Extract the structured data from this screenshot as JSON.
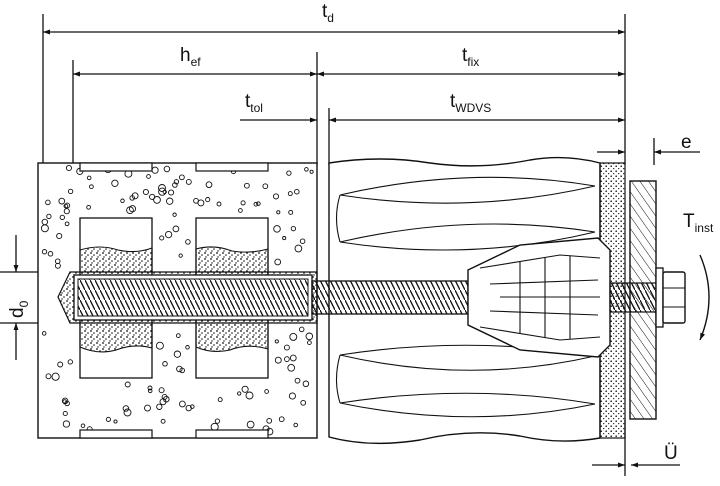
{
  "labels": {
    "td": {
      "main": "t",
      "sub": "d"
    },
    "hef": {
      "main": "h",
      "sub": "ef"
    },
    "tfix": {
      "main": "t",
      "sub": "fix"
    },
    "ttol": {
      "main": "t",
      "sub": "tol"
    },
    "twdvs": {
      "main": "t",
      "sub": "WDVS"
    },
    "e": {
      "main": "e"
    },
    "tinst": {
      "main": "T",
      "sub": "inst"
    },
    "d0": {
      "main": "d",
      "sub": "0"
    },
    "u": {
      "main": "Ü"
    }
  },
  "colors": {
    "line": "#111111",
    "fill": "#ffffff"
  }
}
